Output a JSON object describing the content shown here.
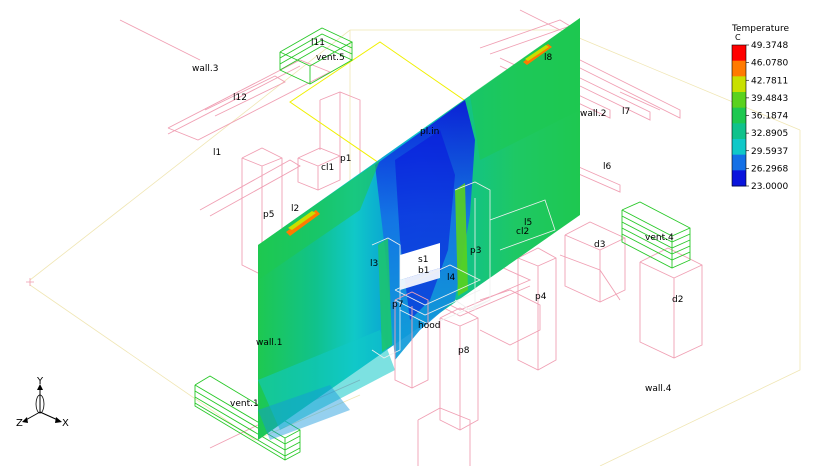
{
  "legend": {
    "title": "Temperature",
    "unit": "C",
    "values": [
      "49.3748",
      "46.0780",
      "42.7811",
      "39.4843",
      "36.1874",
      "32.8905",
      "29.5937",
      "26.2968",
      "23.0000"
    ],
    "colors": [
      "#ff0000",
      "#ff7a00",
      "#c8e000",
      "#5ad21e",
      "#1ec850",
      "#10c28c",
      "#10c8c8",
      "#1470e6",
      "#0a14dc"
    ]
  },
  "axes": {
    "y": "Y",
    "z": "Z",
    "x": "X"
  },
  "labels": {
    "wall3": "wall.3",
    "l11": "l11",
    "vent5": "vent.5",
    "l8": "l8",
    "l12": "l12",
    "wall2": "wall.2",
    "l7": "l7",
    "l1": "l1",
    "cl1": "cl1",
    "p1": "p1",
    "plain": "pl.in",
    "l6": "l6",
    "p5": "p5",
    "l2": "l2",
    "l5": "l5",
    "cl2": "cl2",
    "vent4": "vent.4",
    "d3": "d3",
    "p3": "p3",
    "l3": "l3",
    "s1": "s1",
    "b1": "b1",
    "l4": "l4",
    "p4": "p4",
    "d2": "d2",
    "p7": "p7",
    "hood": "hood",
    "wall1": "wall.1",
    "p8": "p8",
    "wall4": "wall.4",
    "vent1": "vent.1"
  },
  "colors": {
    "wireframe": "#f0a0b4",
    "boundary": "#f0e6b4",
    "vent": "#28c828",
    "outline_yellow": "#f0f000",
    "wall_base": "#1ec850"
  }
}
